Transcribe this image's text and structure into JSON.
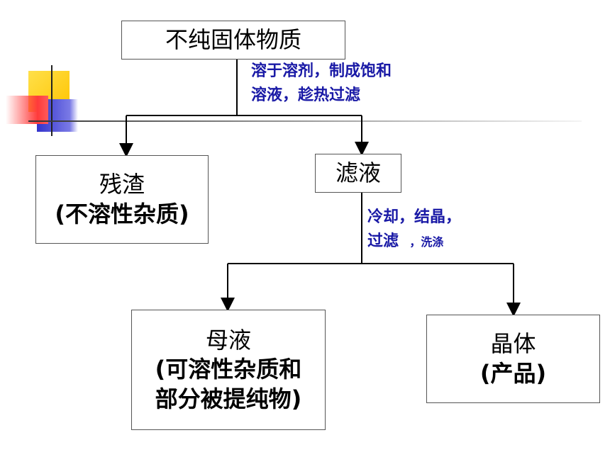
{
  "nodes": {
    "start": {
      "label": "不纯固体物质"
    },
    "residue": {
      "label": "残渣",
      "sub": "(不溶性杂质)"
    },
    "filtrate": {
      "label": "滤液"
    },
    "mother": {
      "label": "母液",
      "sub1": "(可溶性杂质和",
      "sub2": "部分被提纯物)"
    },
    "crystal": {
      "label": "晶体",
      "sub": "(产品)"
    }
  },
  "steps": {
    "step1": {
      "line1": "溶于溶剂，制成饱和",
      "line2": "溶液，趁热过滤"
    },
    "step2": {
      "line1": "冷却，结晶，",
      "line2": "过滤",
      "line2_small": "，洗涤"
    }
  },
  "colors": {
    "note": "#1a1aa6",
    "deco_yellow": "#ffd21f",
    "deco_blue": "#3333cc",
    "deco_red": "#ff3333"
  }
}
